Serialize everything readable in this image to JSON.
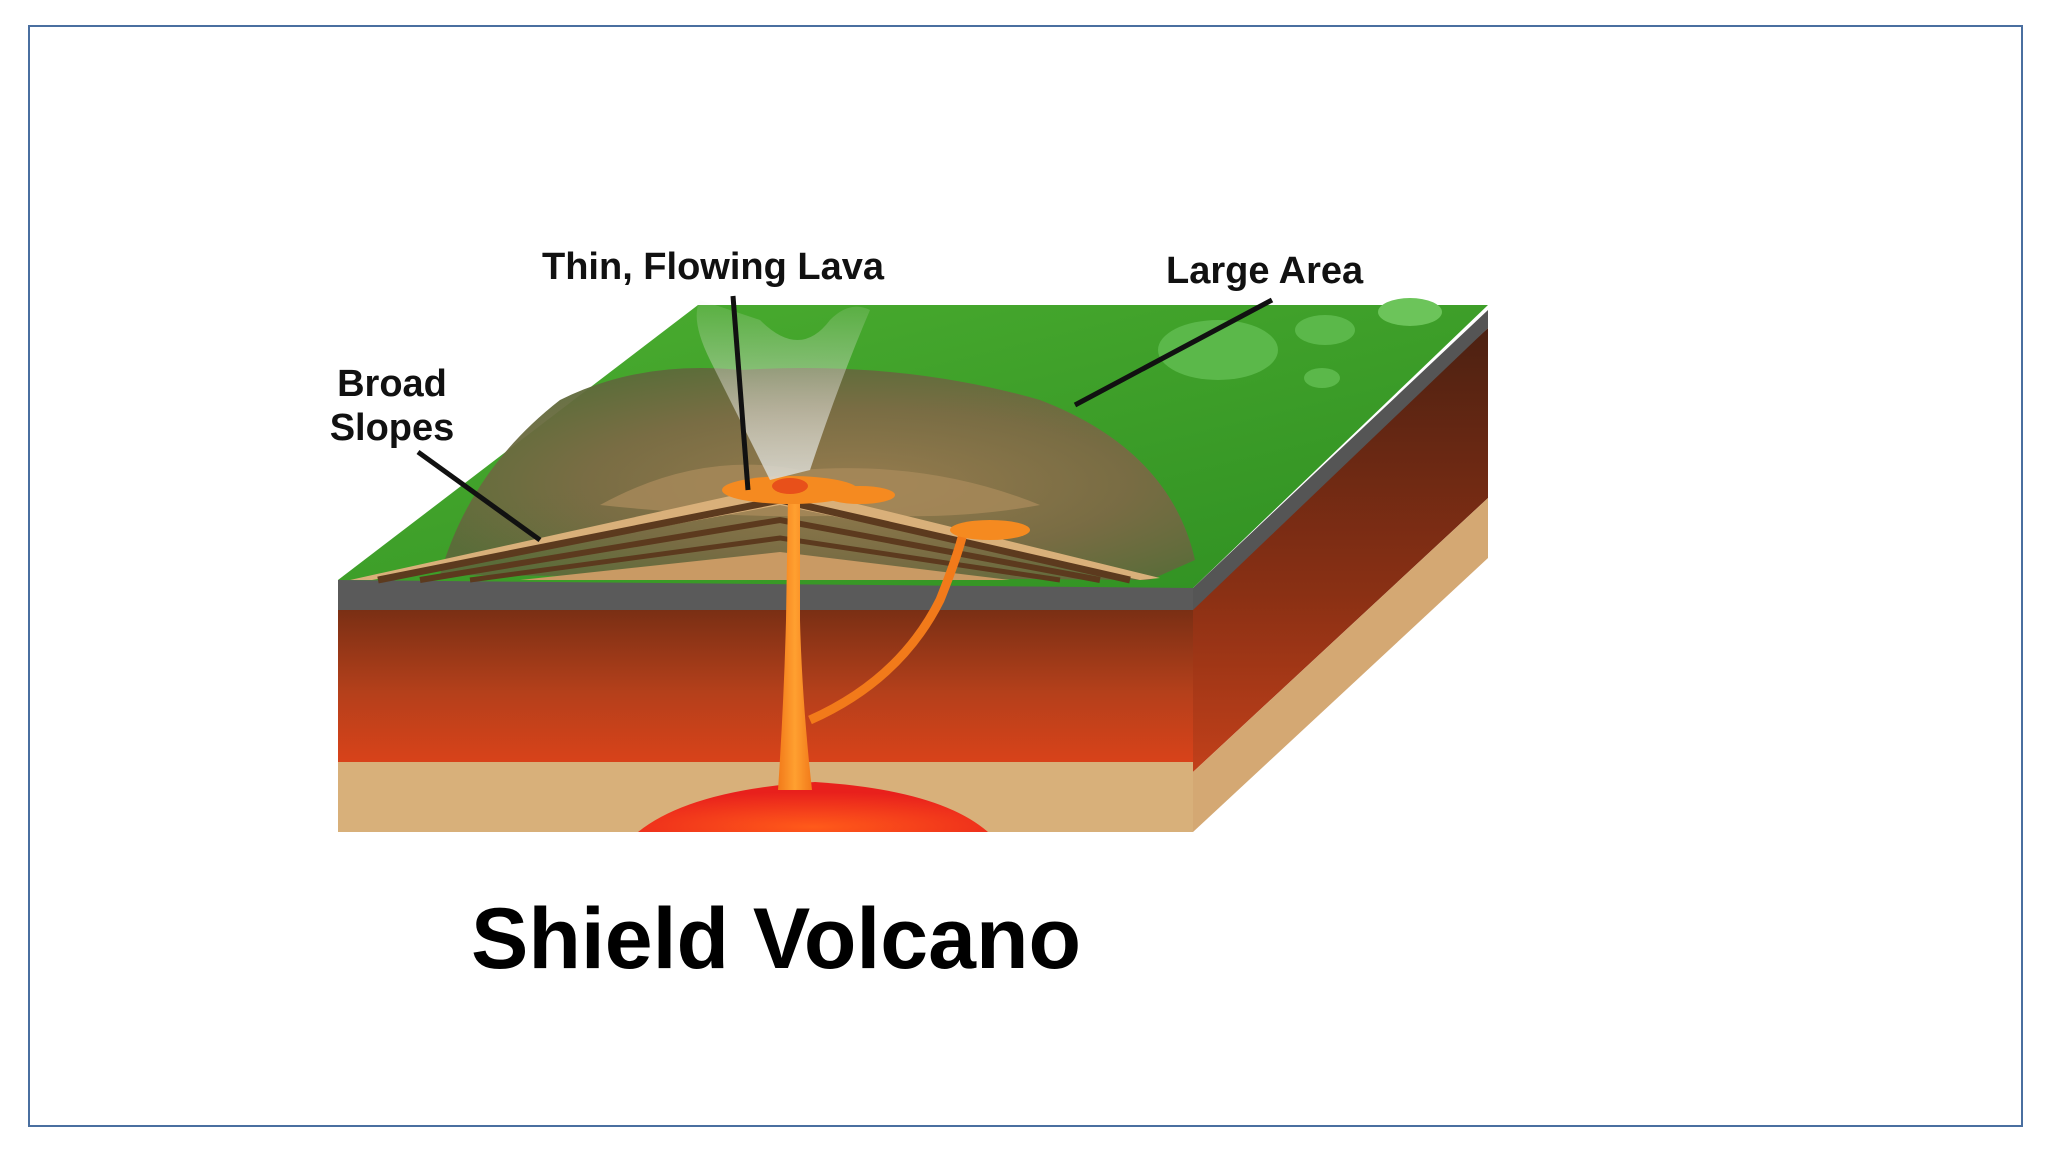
{
  "labels": {
    "thin_flowing_lava": "Thin, Flowing Lava",
    "large_area": "Large Area",
    "broad_slopes_line1": "Broad",
    "broad_slopes_line2": "Slopes"
  },
  "title": "Shield Volcano",
  "colors": {
    "frame_border": "#4a6fa0",
    "grass": "#3f9e2c",
    "grass_light": "#5cb33e",
    "volcano_brown": "#7a6a45",
    "rock_gray": "#5a5a5a",
    "crust_red": "#b7401c",
    "crust_dark": "#5e2a16",
    "sand": "#d8b27a",
    "lava_orange": "#f5821f",
    "lava_red": "#e8291c",
    "label_text": "#111111"
  }
}
